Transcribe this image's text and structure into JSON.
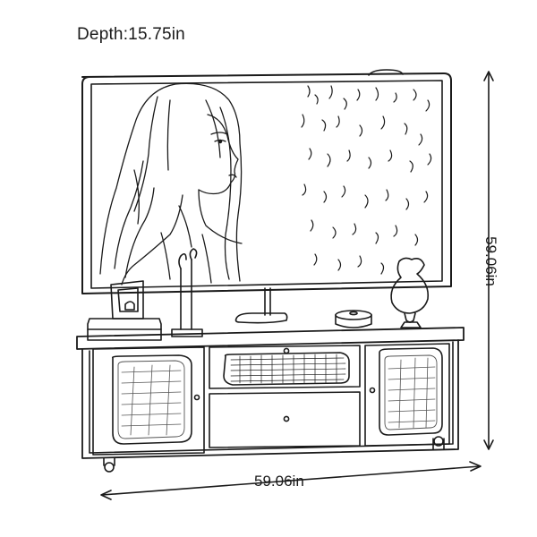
{
  "dimensions": {
    "depth_label": "Depth:15.75in",
    "width_label": "59.06in",
    "height_label": "59.06in"
  },
  "illustration": {
    "colors": {
      "stroke": "#1a1a1a",
      "fill": "#ffffff",
      "glass_texture": "#555555"
    },
    "icons": [
      "tv-screen-icon",
      "tv-stand-icon",
      "picture-frame-icon",
      "sculpture-icon",
      "vase-icon",
      "round-box-icon"
    ]
  }
}
